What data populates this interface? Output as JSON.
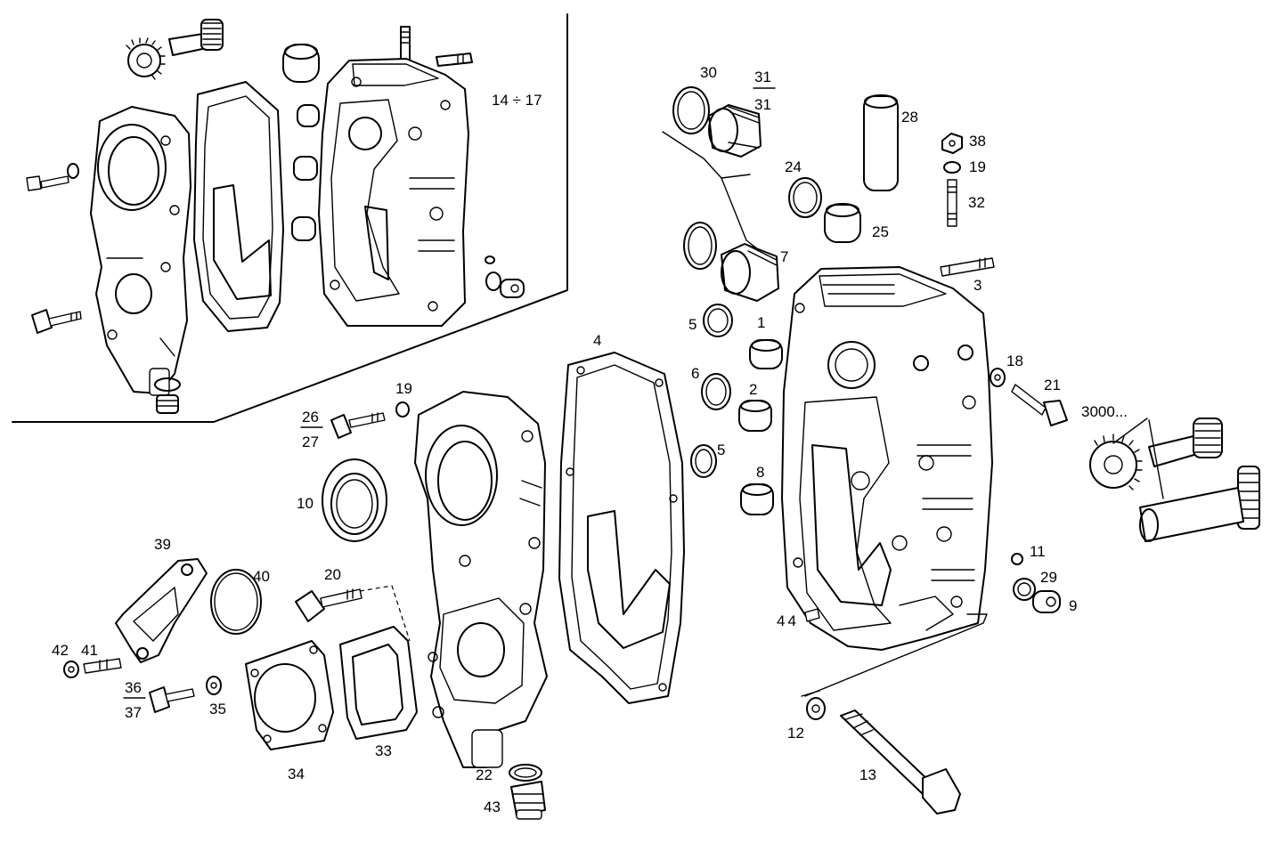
{
  "diagram": {
    "group_label": "14 ÷ 17",
    "callouts": [
      {
        "id": "c1",
        "text": "1"
      },
      {
        "id": "c2",
        "text": "2"
      },
      {
        "id": "c3",
        "text": "3"
      },
      {
        "id": "c4",
        "text": "4"
      },
      {
        "id": "c5a",
        "text": "5"
      },
      {
        "id": "c5b",
        "text": "5"
      },
      {
        "id": "c6",
        "text": "6"
      },
      {
        "id": "c7",
        "text": "7"
      },
      {
        "id": "c8",
        "text": "8"
      },
      {
        "id": "c9",
        "text": "9"
      },
      {
        "id": "c10",
        "text": "10"
      },
      {
        "id": "c11",
        "text": "11"
      },
      {
        "id": "c12",
        "text": "12"
      },
      {
        "id": "c13",
        "text": "13"
      },
      {
        "id": "c18",
        "text": "18"
      },
      {
        "id": "c19a",
        "text": "19"
      },
      {
        "id": "c19b",
        "text": "19"
      },
      {
        "id": "c20",
        "text": "20"
      },
      {
        "id": "c21",
        "text": "21"
      },
      {
        "id": "c22",
        "text": "22"
      },
      {
        "id": "c24",
        "text": "24"
      },
      {
        "id": "c25",
        "text": "25"
      },
      {
        "id": "c28",
        "text": "28"
      },
      {
        "id": "c29",
        "text": "29"
      },
      {
        "id": "c30",
        "text": "30"
      },
      {
        "id": "c32",
        "text": "32"
      },
      {
        "id": "c33",
        "text": "33"
      },
      {
        "id": "c34",
        "text": "34"
      },
      {
        "id": "c35",
        "text": "35"
      },
      {
        "id": "c38",
        "text": "38"
      },
      {
        "id": "c39",
        "text": "39"
      },
      {
        "id": "c40",
        "text": "40"
      },
      {
        "id": "c41",
        "text": "41"
      },
      {
        "id": "c42",
        "text": "42"
      },
      {
        "id": "c43",
        "text": "43"
      },
      {
        "id": "c44",
        "text": "44"
      },
      {
        "id": "c3000",
        "text": "3000..."
      }
    ],
    "fractions": [
      {
        "id": "f31",
        "num": "31",
        "den": "31"
      },
      {
        "id": "f26",
        "num": "26",
        "den": "27"
      },
      {
        "id": "f36",
        "num": "36",
        "den": "37"
      }
    ]
  }
}
